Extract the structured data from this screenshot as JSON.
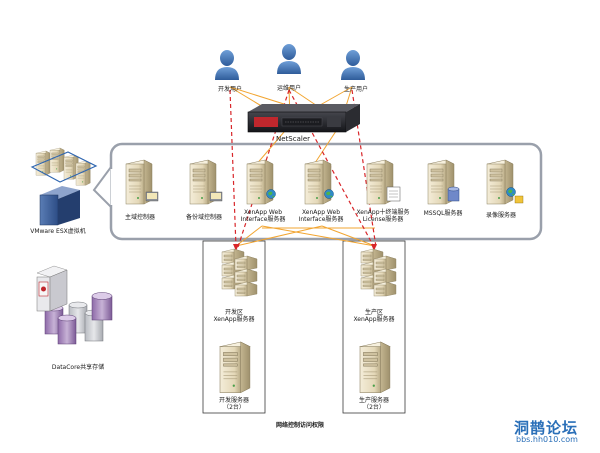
{
  "users": {
    "dev": "开发用户",
    "ops": "运维用户",
    "prod": "生产用户"
  },
  "netscaler": "NetScaler",
  "servers": {
    "primary_dc": "主域控制器",
    "backup_dc": "备份域控制器",
    "xa_web1_line1": "XenApp Web",
    "xa_web1_line2": "Interface服务器",
    "xa_web2_line1": "XenApp Web",
    "xa_web2_line2": "Interface服务器",
    "xa_term_line1": "XenApp十终端服务",
    "xa_term_line2": "License服务器",
    "mssql": "MSSQL服务器",
    "recording": "录像服务器"
  },
  "vmware": "VMware ESX虚拟机",
  "storage": "DataCore共享存储",
  "zones": {
    "dev_line1": "开发区",
    "dev_line2": "XenApp服务器",
    "dev_srv_line1": "开发服务器",
    "dev_srv_line2": "（2台）",
    "prod_line1": "生产区",
    "prod_line2": "XenApp服务器",
    "prod_srv_line1": "生产服务器",
    "prod_srv_line2": "（2台）"
  },
  "caption": "网络控制访问权限",
  "watermark": {
    "title": "洞鹊论坛",
    "url": "bbs.hh010.com"
  },
  "colors": {
    "user_blue": "#3d6fb0",
    "line_orange": "#f2a531",
    "line_red": "#d8262a",
    "panel_border": "#9aa0ab",
    "server_beige": "#e9dfc4",
    "netscaler_dark": "#26272b",
    "netscaler_red": "#c0272d"
  }
}
